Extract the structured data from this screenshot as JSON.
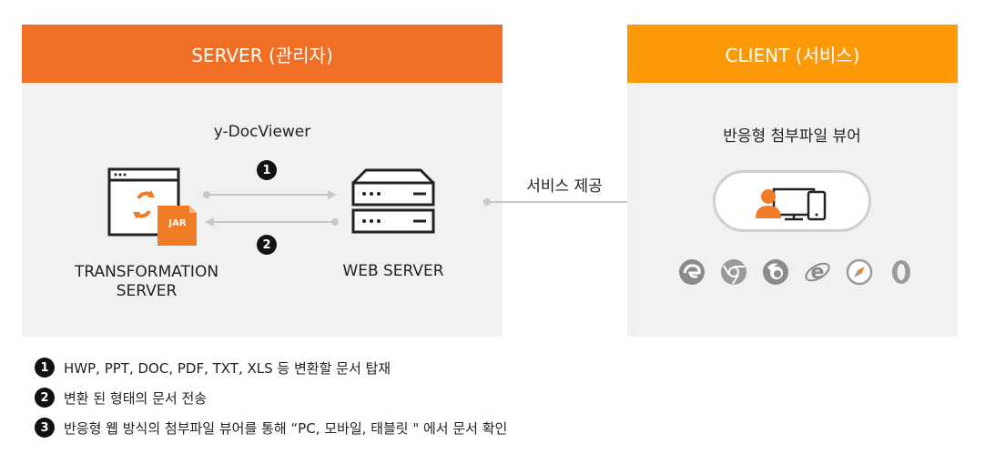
{
  "server": {
    "header": "SERVER (관리자)",
    "product": "y-DocViewer",
    "transformation_label": [
      "TRANSFORMATION",
      "SERVER"
    ],
    "jar_badge": "JAR",
    "web_label": "WEB SERVER",
    "step1": "1",
    "step2": "2"
  },
  "connector": {
    "label": "서비스 제공"
  },
  "client": {
    "header": "CLIENT (서비스)",
    "title": "반응형 첨부파일 뷰어",
    "browsers": [
      "edge-icon",
      "chrome-icon",
      "firefox-icon",
      "internet-explorer-icon",
      "safari-icon",
      "opera-icon"
    ]
  },
  "legend": [
    {
      "num": "1",
      "text": "HWP, PPT, DOC, PDF, TXT, XLS 등 변환할 문서 탑재"
    },
    {
      "num": "2",
      "text": "변환 된 형태의 문서 전송"
    },
    {
      "num": "3",
      "text": "반응형 웹 방식의 첨부파일 뷰어를 통해 “PC, 모바일, 태블릿 \" 에서 문서 확인"
    }
  ],
  "colors": {
    "server_header": "#f06f24",
    "client_header": "#fb9a06",
    "panel_bg": "#f1f1f1",
    "accent": "#f07c28"
  }
}
